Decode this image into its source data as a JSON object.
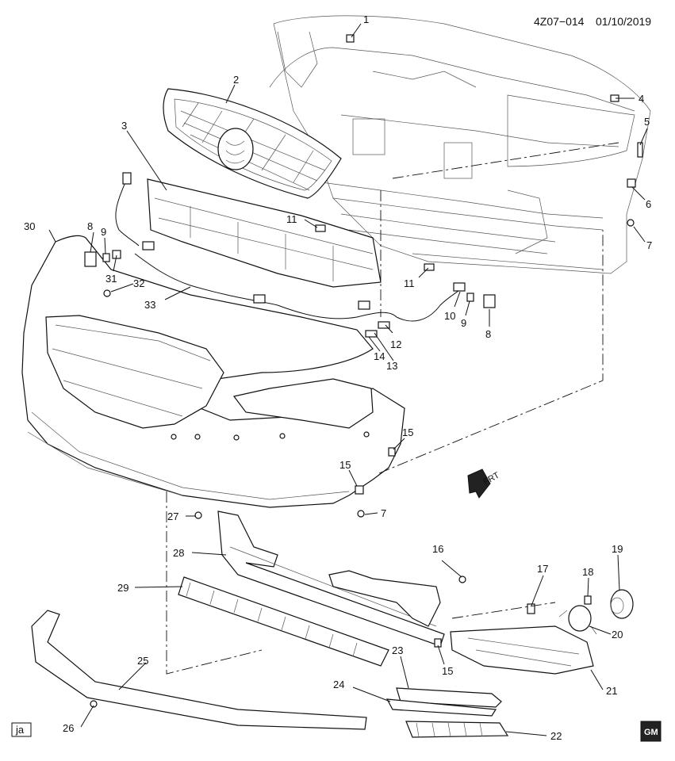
{
  "header": {
    "drawing_id": "4Z07−014",
    "date": "01/10/2019"
  },
  "footer": {
    "author_initials": "ja",
    "logo_text": "GM"
  },
  "front_arrow_label": "FRT",
  "callouts": [
    "1",
    "2",
    "3",
    "4",
    "5",
    "6",
    "7",
    "8",
    "9",
    "30",
    "31",
    "32",
    "33",
    "11",
    "11",
    "10",
    "9",
    "8",
    "12",
    "13",
    "14",
    "15",
    "15",
    "7",
    "27",
    "28",
    "29",
    "16",
    "17",
    "18",
    "19",
    "20",
    "15",
    "21",
    "23",
    "24",
    "25",
    "26",
    "22"
  ]
}
